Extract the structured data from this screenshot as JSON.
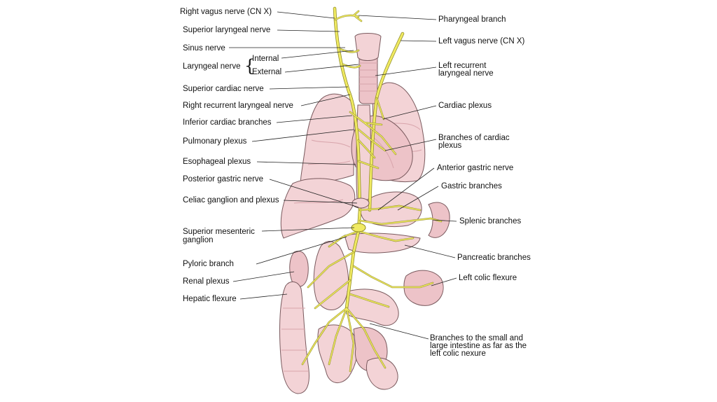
{
  "colors": {
    "background": "#ffffff",
    "tissue": "#f3d3d6",
    "tissue_outline": "#7a5a5e",
    "tissue_shade": "#e2b2b8",
    "nerve": "#f0ea62",
    "nerve_outline": "#8e8a24",
    "leader_line": "#222222"
  },
  "labels_left": {
    "right_vagus": "Right vagus nerve (CN X)",
    "superior_laryngeal": "Superior laryngeal nerve",
    "sinus": "Sinus nerve",
    "laryngeal": "Laryngeal nerve",
    "internal": "Internal",
    "external": "External",
    "superior_cardiac": "Superior cardiac nerve",
    "right_recurrent": "Right recurrent laryngeal nerve",
    "inferior_cardiac": "Inferior cardiac branches",
    "pulmonary_plexus": "Pulmonary plexus",
    "esophageal_plexus": "Esophageal plexus",
    "posterior_gastric": "Posterior gastric nerve",
    "celiac": "Celiac ganglion and plexus",
    "superior_mesenteric_1": "Superior mesenteric",
    "superior_mesenteric_2": "ganglion",
    "pyloric": "Pyloric branch",
    "renal": "Renal plexus",
    "hepatic_flexure": "Hepatic flexure"
  },
  "labels_right": {
    "pharyngeal": "Pharyngeal branch",
    "left_vagus": "Left vagus nerve (CN X)",
    "left_recurrent_1": "Left recurrent",
    "left_recurrent_2": "laryngeal nerve",
    "cardiac_plexus": "Cardiac plexus",
    "branches_cardiac_1": "Branches of cardiac",
    "branches_cardiac_2": "plexus",
    "anterior_gastric": "Anterior gastric nerve",
    "gastric_branches": "Gastric branches",
    "splenic": "Splenic branches",
    "pancreatic": "Pancreatic branches",
    "left_colic": "Left colic flexure",
    "intestine_1": "Branches to the small and",
    "intestine_2": "large intestine as far as the",
    "intestine_3": "left colic nexure"
  }
}
